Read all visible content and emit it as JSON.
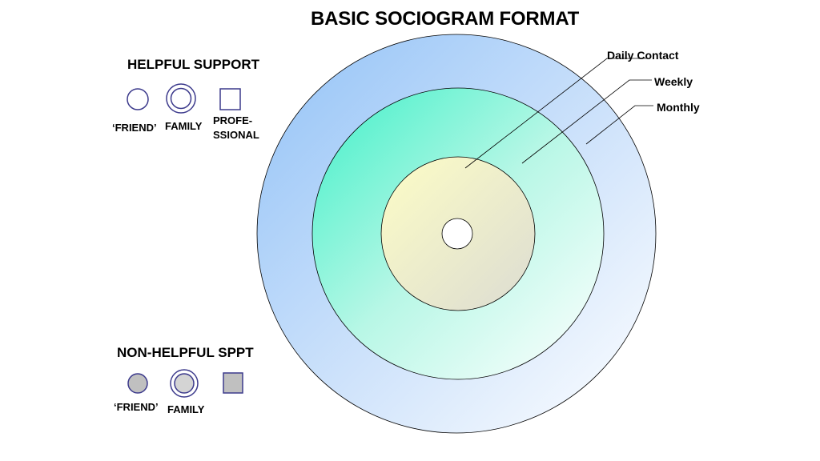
{
  "title": "BASIC SOCIOGRAM FORMAT",
  "rings": {
    "daily": "Daily Contact",
    "weekly": "Weekly",
    "monthly": "Monthly"
  },
  "helpful": {
    "title": "HELPFUL SUPPORT",
    "friend": "‘FRIEND’",
    "family": "FAMILY",
    "professional_line1": "PROFE-",
    "professional_line2": "SSIONAL"
  },
  "nonhelpful": {
    "title": "NON-HELPFUL SPPT",
    "friend": "‘FRIEND’",
    "family": "FAMILY"
  },
  "colors": {
    "legend_stroke": "#3c3a8c",
    "nonhelpful_fill": "#c0c0c0",
    "outer_ring": "#9fcaf8",
    "middle_ring": "#5ff2d2",
    "inner_ring": "#fbfbcb"
  }
}
